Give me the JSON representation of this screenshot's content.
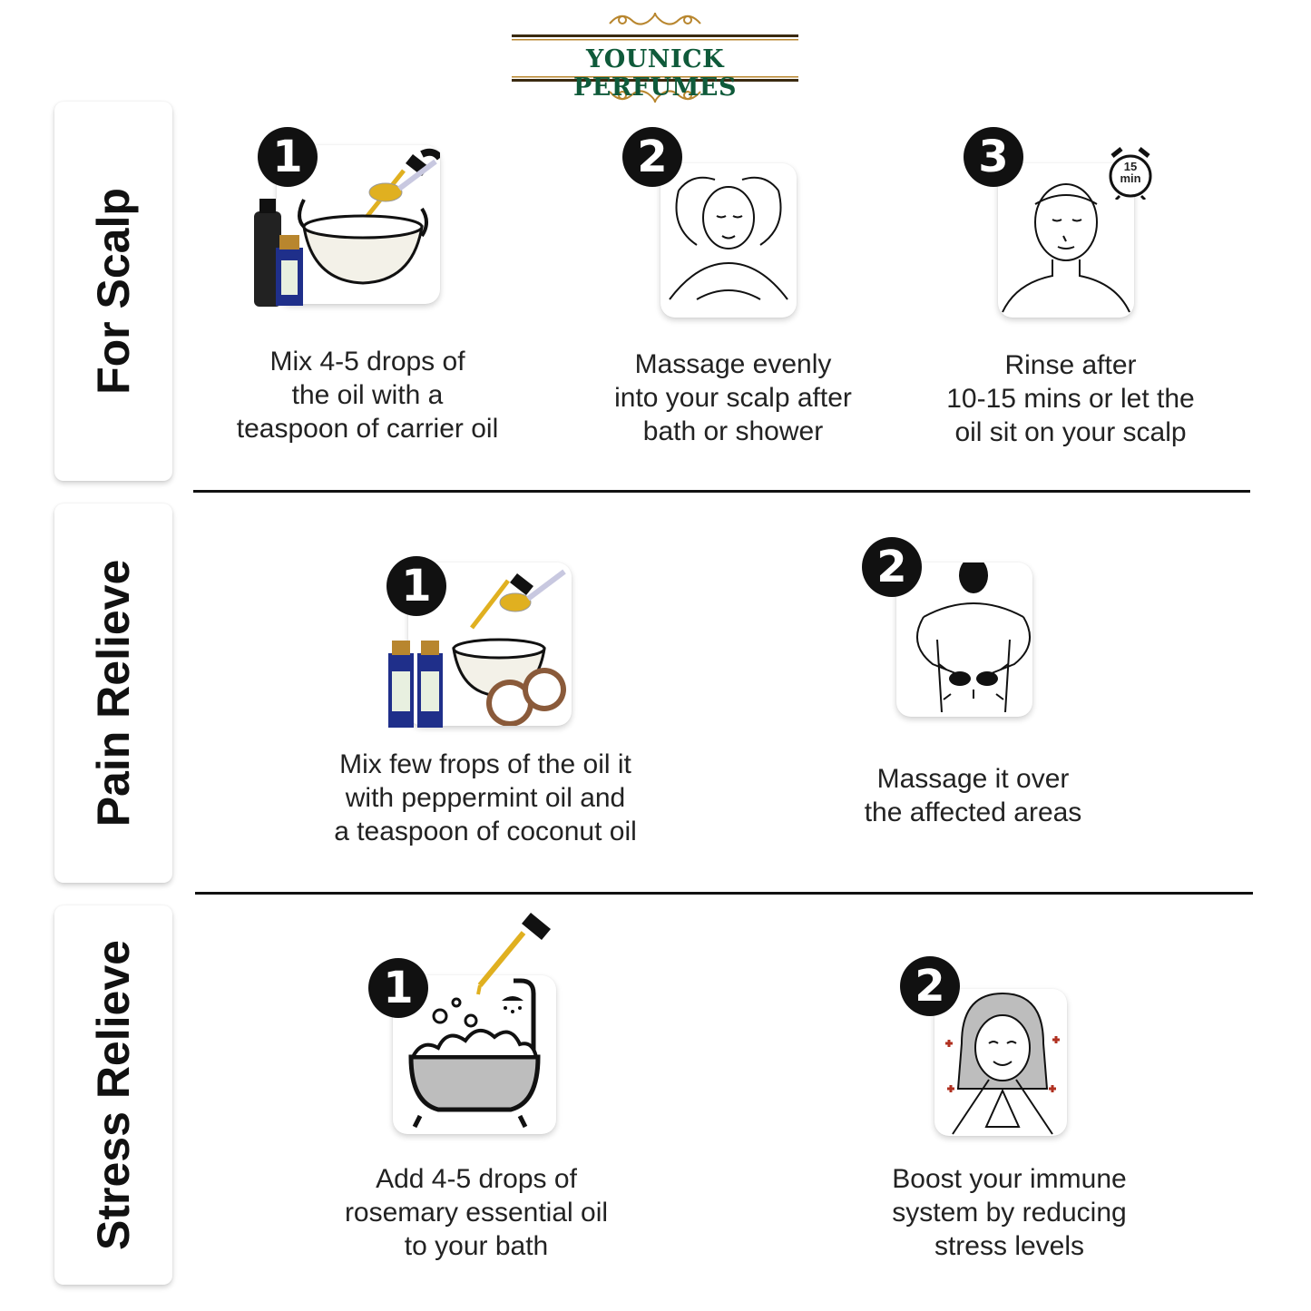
{
  "brand": {
    "name": "YOUNICK PERFUMES"
  },
  "sections": [
    {
      "title": "For Scalp",
      "steps": [
        {
          "number": "1",
          "lines": [
            "Mix 4-5 drops of",
            "the oil with a",
            "teaspoon of carrier oil"
          ],
          "icon": "oil-bowl-mixing-icon"
        },
        {
          "number": "2",
          "lines": [
            "Massage evenly",
            "into your scalp after",
            "bath or shower"
          ],
          "icon": "scalp-massage-icon"
        },
        {
          "number": "3",
          "lines": [
            "Rinse after",
            "10-15 mins or let the",
            "oil sit on your scalp"
          ],
          "icon": "rinse-face-icon",
          "timer": {
            "value": "15",
            "unit": "min"
          }
        }
      ]
    },
    {
      "title": "Pain Relieve",
      "steps": [
        {
          "number": "1",
          "lines": [
            "Mix few frops of the oil it",
            "with peppermint oil and",
            "a teaspoon of coconut oil"
          ],
          "icon": "oil-coconut-mixing-icon"
        },
        {
          "number": "2",
          "lines": [
            "Massage it over",
            "the affected areas"
          ],
          "icon": "back-massage-icon"
        }
      ]
    },
    {
      "title": "Stress Relieve",
      "steps": [
        {
          "number": "1",
          "lines": [
            "Add 4-5 drops of",
            "rosemary essential oil",
            "to your bath"
          ],
          "icon": "bathtub-icon"
        },
        {
          "number": "2",
          "lines": [
            "Boost your immune",
            "system by reducing",
            "stress levels"
          ],
          "icon": "relaxed-woman-icon"
        }
      ]
    }
  ],
  "colors": {
    "brand_green": "#0f5a3a",
    "gold": "#b8862e",
    "badge": "#111111",
    "oil": "#e0b020",
    "bottle_blue": "#1f2f8a"
  }
}
